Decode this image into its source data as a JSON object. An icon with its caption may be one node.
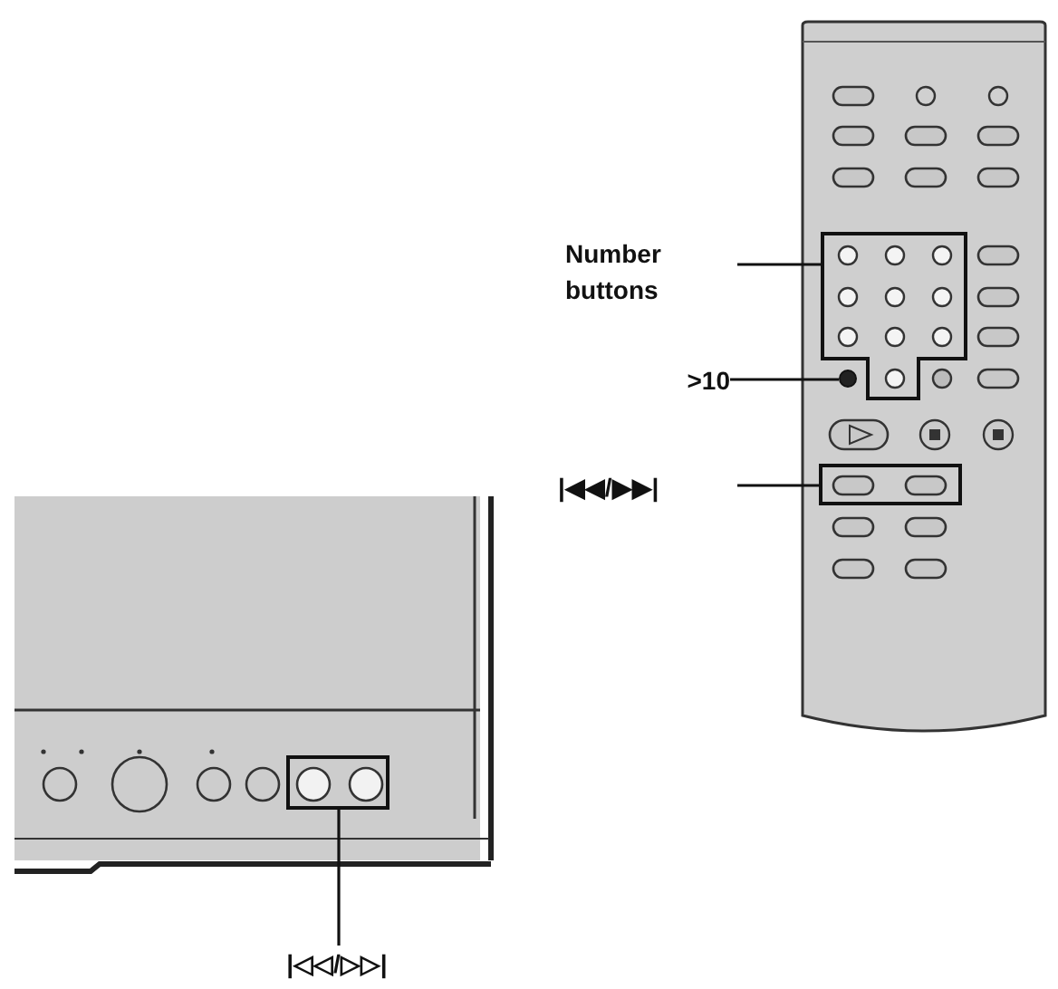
{
  "diagram": {
    "nodes": [
      {
        "text": [
          "Number buttons"
        ]
      },
      {
        "text": [
          ">10"
        ]
      },
      {
        "text": [
          "|◀◀/▶▶|"
        ]
      },
      {
        "text": [],
        "shape": "box"
      },
      {
        "text": [],
        "shape": "circle"
      },
      {
        "text": [],
        "shape": "box"
      },
      {
        "text": [
          "|◁◁/▷▷|"
        ]
      },
      {
        "text": [],
        "shape": "box"
      }
    ],
    "edges": [
      {
        "from": 0,
        "to": 3,
        "arrow": "none"
      },
      {
        "from": 1,
        "to": 4,
        "arrow": "none"
      },
      {
        "from": 2,
        "to": 5,
        "arrow": "none"
      },
      {
        "from": 6,
        "to": 7,
        "arrow": "none"
      }
    ]
  }
}
